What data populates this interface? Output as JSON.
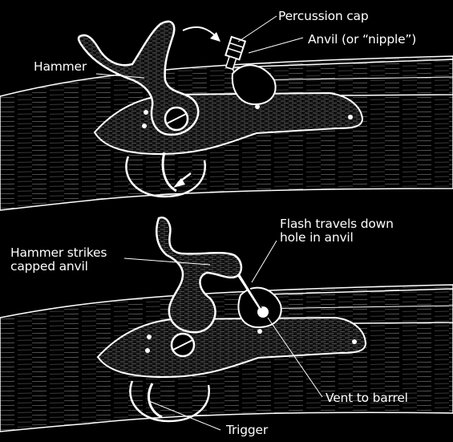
{
  "diagram": {
    "top_panel": {
      "labels": {
        "percussion_cap": "Percussion cap",
        "anvil": "Anvil (or “nipple”)",
        "hammer": "Hammer"
      }
    },
    "bottom_panel": {
      "labels": {
        "flash_line1": "Flash travels down",
        "flash_line2": "hole in anvil",
        "hammer_line1": "Hammer strikes",
        "hammer_line2": "capped anvil",
        "vent": "Vent to barrel",
        "trigger": "Trigger"
      }
    },
    "colors": {
      "background": "#000000",
      "ink": "#ffffff"
    }
  }
}
